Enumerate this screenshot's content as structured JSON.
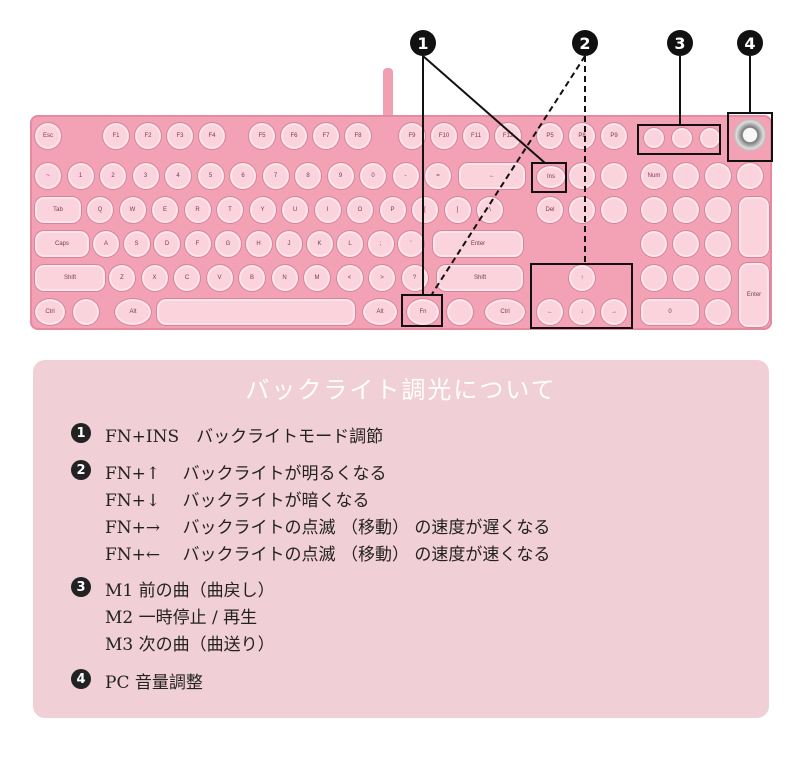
{
  "callouts": [
    "1",
    "2",
    "3",
    "4"
  ],
  "keys": {
    "row0": [
      "Esc",
      "F1",
      "F2",
      "F3",
      "F4",
      "F5",
      "F6",
      "F7",
      "F8",
      "F9",
      "F10",
      "F11",
      "F12",
      "P5",
      "P8",
      "P9"
    ],
    "row1_left": [
      "~",
      "1",
      "2",
      "3",
      "4",
      "5",
      "6",
      "7",
      "8",
      "9",
      "0",
      "-",
      "="
    ],
    "backspace": "←",
    "ins": "Ins",
    "num": "Num",
    "tab": "Tab",
    "row2": [
      "Q",
      "W",
      "E",
      "R",
      "T",
      "Y",
      "U",
      "I",
      "O",
      "P",
      "[",
      "]",
      "\\"
    ],
    "del": "Del",
    "caps": "Caps",
    "row3": [
      "A",
      "S",
      "D",
      "F",
      "G",
      "H",
      "J",
      "K",
      "L",
      ";",
      "'"
    ],
    "enter": "Enter",
    "shift": "Shift",
    "row4": [
      "Z",
      "X",
      "C",
      "V",
      "B",
      "N",
      "M",
      "<",
      ">",
      "?"
    ],
    "ctrl": "Ctrl",
    "alt": "Alt",
    "fn": "Fn",
    "num_enter": "Enter",
    "num_zero": "0",
    "arrows": [
      "↑",
      "←",
      "↓",
      "→"
    ]
  },
  "panel": {
    "title": "バックライト調光について",
    "items": [
      {
        "num": "1",
        "lines": [
          "FN+INS　バックライトモード調節"
        ]
      },
      {
        "num": "2",
        "lines": [
          "FN+↑　 バックライトが明るくなる",
          "FN+↓　 バックライトが暗くなる",
          "FN+→　 バックライトの点滅 （移動） の速度が遅くなる",
          "FN+←　 バックライトの点滅 （移動） の速度が速くなる"
        ]
      },
      {
        "num": "3",
        "lines": [
          "M1 前の曲（曲戻し）",
          "M2 一時停止 / 再生",
          "M3 次の曲（曲送り）"
        ]
      },
      {
        "num": "4",
        "lines": [
          "PC 音量調整"
        ]
      }
    ]
  }
}
